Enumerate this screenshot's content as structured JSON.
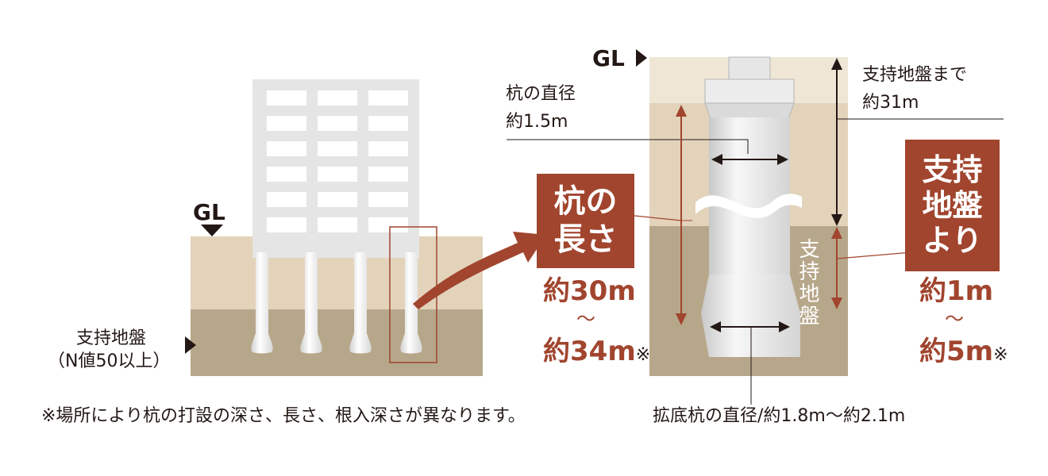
{
  "colors": {
    "surface_soil": "#e3d3bb",
    "bearing_soil": "#b7a78a",
    "upper_layer": "#efe6d6",
    "building": "#e5e5e5",
    "pile": "#ececec",
    "accent": "#a1452e",
    "ink": "#231815"
  },
  "left_diagram": {
    "gl_label": "GL",
    "bearing_label_line1": "支持地盤",
    "bearing_label_line2": "（N値50以上）"
  },
  "right_diagram": {
    "gl_label": "GL",
    "pile_diameter_line1": "杭の直径",
    "pile_diameter_line2": "約1.5m",
    "depth_to_bearing_line1": "支持地盤まで",
    "depth_to_bearing_line2": "約31m",
    "bearing_vertical_label": "支持地盤",
    "enlarged_base_label": "拡底杭の直径/約1.8m〜約2.1m"
  },
  "pile_length_callout": {
    "line1": "杭の",
    "line2": "長さ",
    "value_from": "約30m",
    "tilde": "〜",
    "value_to": "約34m",
    "mark": "※"
  },
  "embed_callout": {
    "line1": "支持",
    "line2": "地盤",
    "line3": "より",
    "value_from": "約1m",
    "tilde": "〜",
    "value_to": "約5m",
    "mark": "※"
  },
  "footnote": "※場所により杭の打設の深さ、長さ、根入深さが異なります。"
}
